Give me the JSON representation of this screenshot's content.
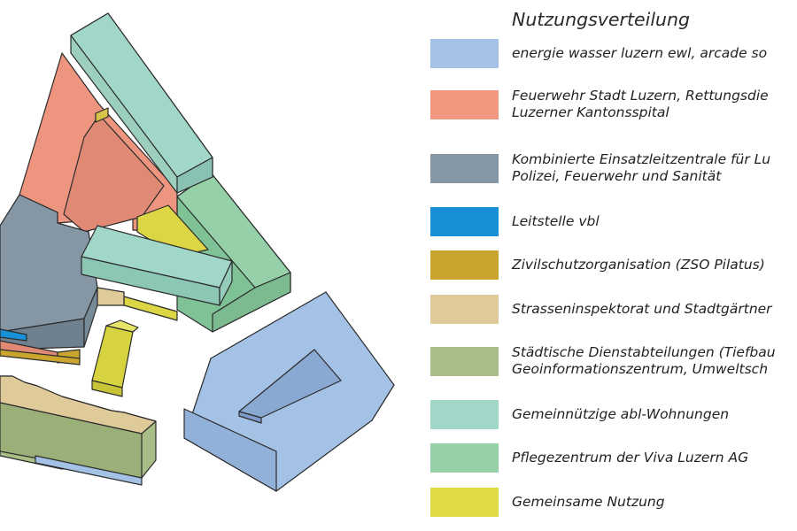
{
  "legend": {
    "title": "Nutzungsverteilung",
    "items": [
      {
        "id": "ewl",
        "lines": [
          "energie wasser luzern ewl, arcade so"
        ],
        "color": "#a4c1e6"
      },
      {
        "id": "feuerwehr",
        "lines": [
          "Feuerwehr Stadt Luzern, Rettungsdie",
          "Luzerner Kantonsspital"
        ],
        "color": "#f1967f"
      },
      {
        "id": "einsatzleitzentrale",
        "lines": [
          "Kombinierte Einsatzleitzentrale für Lu",
          "Polizei, Feuerwehr und Sanität"
        ],
        "color": "#8597a5"
      },
      {
        "id": "leitstelle",
        "lines": [
          "Leitstelle vbl"
        ],
        "color": "#1890d8"
      },
      {
        "id": "zivilschutz",
        "lines": [
          "Zivilschutzorganisation (ZSO Pilatus)"
        ],
        "color": "#c9a52f"
      },
      {
        "id": "strasseninspektorat",
        "lines": [
          "Strasseninspektorat und Stadtgärtner"
        ],
        "color": "#dfca9a"
      },
      {
        "id": "dienstabteilungen",
        "lines": [
          "Städtische Dienstabteilungen (Tiefbau",
          "Geoinformationszentrum, Umweltsch"
        ],
        "color": "#a9bd86"
      },
      {
        "id": "abl-wohnungen",
        "lines": [
          "Gemeinnützige abl-Wohnungen"
        ],
        "color": "#a1d7c8"
      },
      {
        "id": "pflegezentrum",
        "lines": [
          "Pflegezentrum der Viva Luzern AG"
        ],
        "color": "#95d0a8"
      },
      {
        "id": "gemeinsame-nutzung",
        "lines": [
          "Gemeinsame Nutzung"
        ],
        "color": "#dedb45"
      }
    ]
  }
}
